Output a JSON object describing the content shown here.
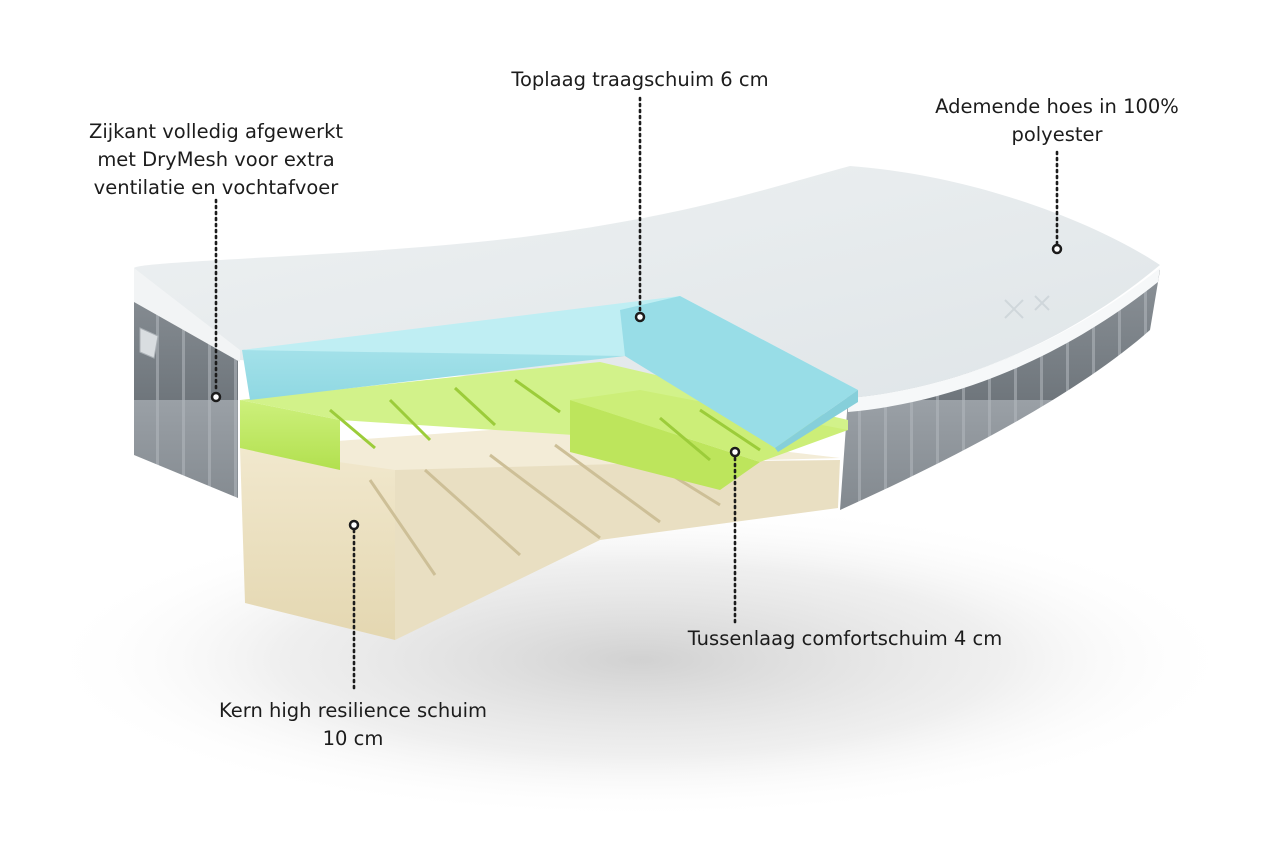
{
  "callouts": {
    "top_layer": {
      "lines": [
        "Toplaag traagschuim 6 cm"
      ]
    },
    "cover": {
      "lines": [
        "Ademende hoes in 100%",
        "polyester"
      ]
    },
    "side": {
      "lines": [
        "Zijkant volledig afgewerkt",
        "met DryMesh voor extra",
        "ventilatie en vochtafvoer"
      ]
    },
    "middle_layer": {
      "lines": [
        "Tussenlaag comfortschuim 4 cm"
      ]
    },
    "core": {
      "lines": [
        "Kern high resilience schuim",
        "10 cm"
      ]
    }
  },
  "colors": {
    "cover_white": "#e9edef",
    "side_mesh": "#8d9399",
    "top_foam": "#a6e2ea",
    "comfort_foam": "#c4ec6a",
    "core_foam": "#ede3c6",
    "leader": "#1c1c1c"
  }
}
